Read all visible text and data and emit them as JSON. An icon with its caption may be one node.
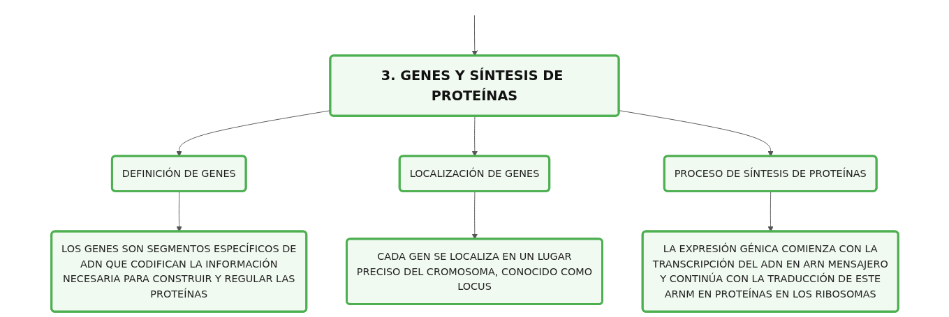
{
  "diagram": {
    "nodes": [
      {
        "text": [
          "3. GENES Y SÍNTESIS DE PROTEÍNAS"
        ]
      },
      {
        "text": [
          "DEFINICIÓN DE GENES"
        ]
      },
      {
        "text": [
          "LOCALIZACIÓN DE GENES"
        ]
      },
      {
        "text": [
          "PROCESO DE SÍNTESIS DE PROTEÍNAS"
        ]
      },
      {
        "text": [
          "LOS GENES SON SEGMENTOS ESPECÍFICOS DE ADN QUE CODIFICAN LA INFORMACIÓN NECESARIA PARA CONSTRUIR Y REGULAR LAS PROTEÍNAS"
        ]
      },
      {
        "text": [
          "CADA GEN SE LOCALIZA EN UN LUGAR PRECISO DEL CROMOSOMA, CONOCIDO COMO LOCUS"
        ]
      },
      {
        "text": [
          "LA EXPRESIÓN GÉNICA COMIENZA CON LA TRANSCRIPCIÓN DEL ADN EN ARN MENSAJERO Y CONTINÚA CON LA TRADUCCIÓN DE ESTE ARNM EN PROTEÍNAS EN LOS RIBOSOMAS"
        ]
      }
    ],
    "edges": [
      {
        "from": null,
        "to": 0,
        "arrow": "to"
      },
      {
        "from": 0,
        "to": 1,
        "arrow": "to"
      },
      {
        "from": 0,
        "to": 2,
        "arrow": "to"
      },
      {
        "from": 0,
        "to": 3,
        "arrow": "to"
      },
      {
        "from": 1,
        "to": 4,
        "arrow": "to"
      },
      {
        "from": 2,
        "to": 5,
        "arrow": "to"
      },
      {
        "from": 3,
        "to": 6,
        "arrow": "to"
      }
    ]
  }
}
